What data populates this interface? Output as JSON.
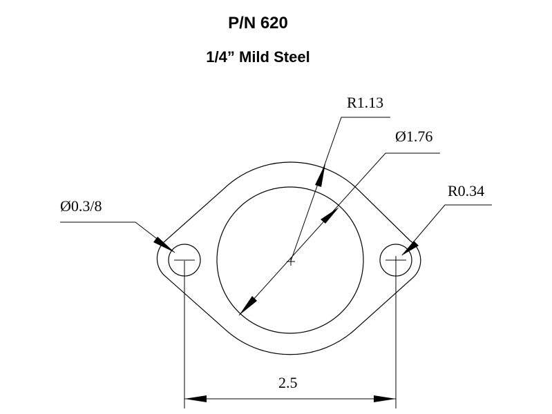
{
  "header": {
    "part_number": "P/N 620",
    "material": "1/4” Mild Steel"
  },
  "dimensions": {
    "outer_radius": "R1.13",
    "bore_diameter": "Ø1.76",
    "hole_diameter": "Ø0.3/8",
    "ear_radius": "R0.34",
    "hole_spacing": "2.5"
  }
}
